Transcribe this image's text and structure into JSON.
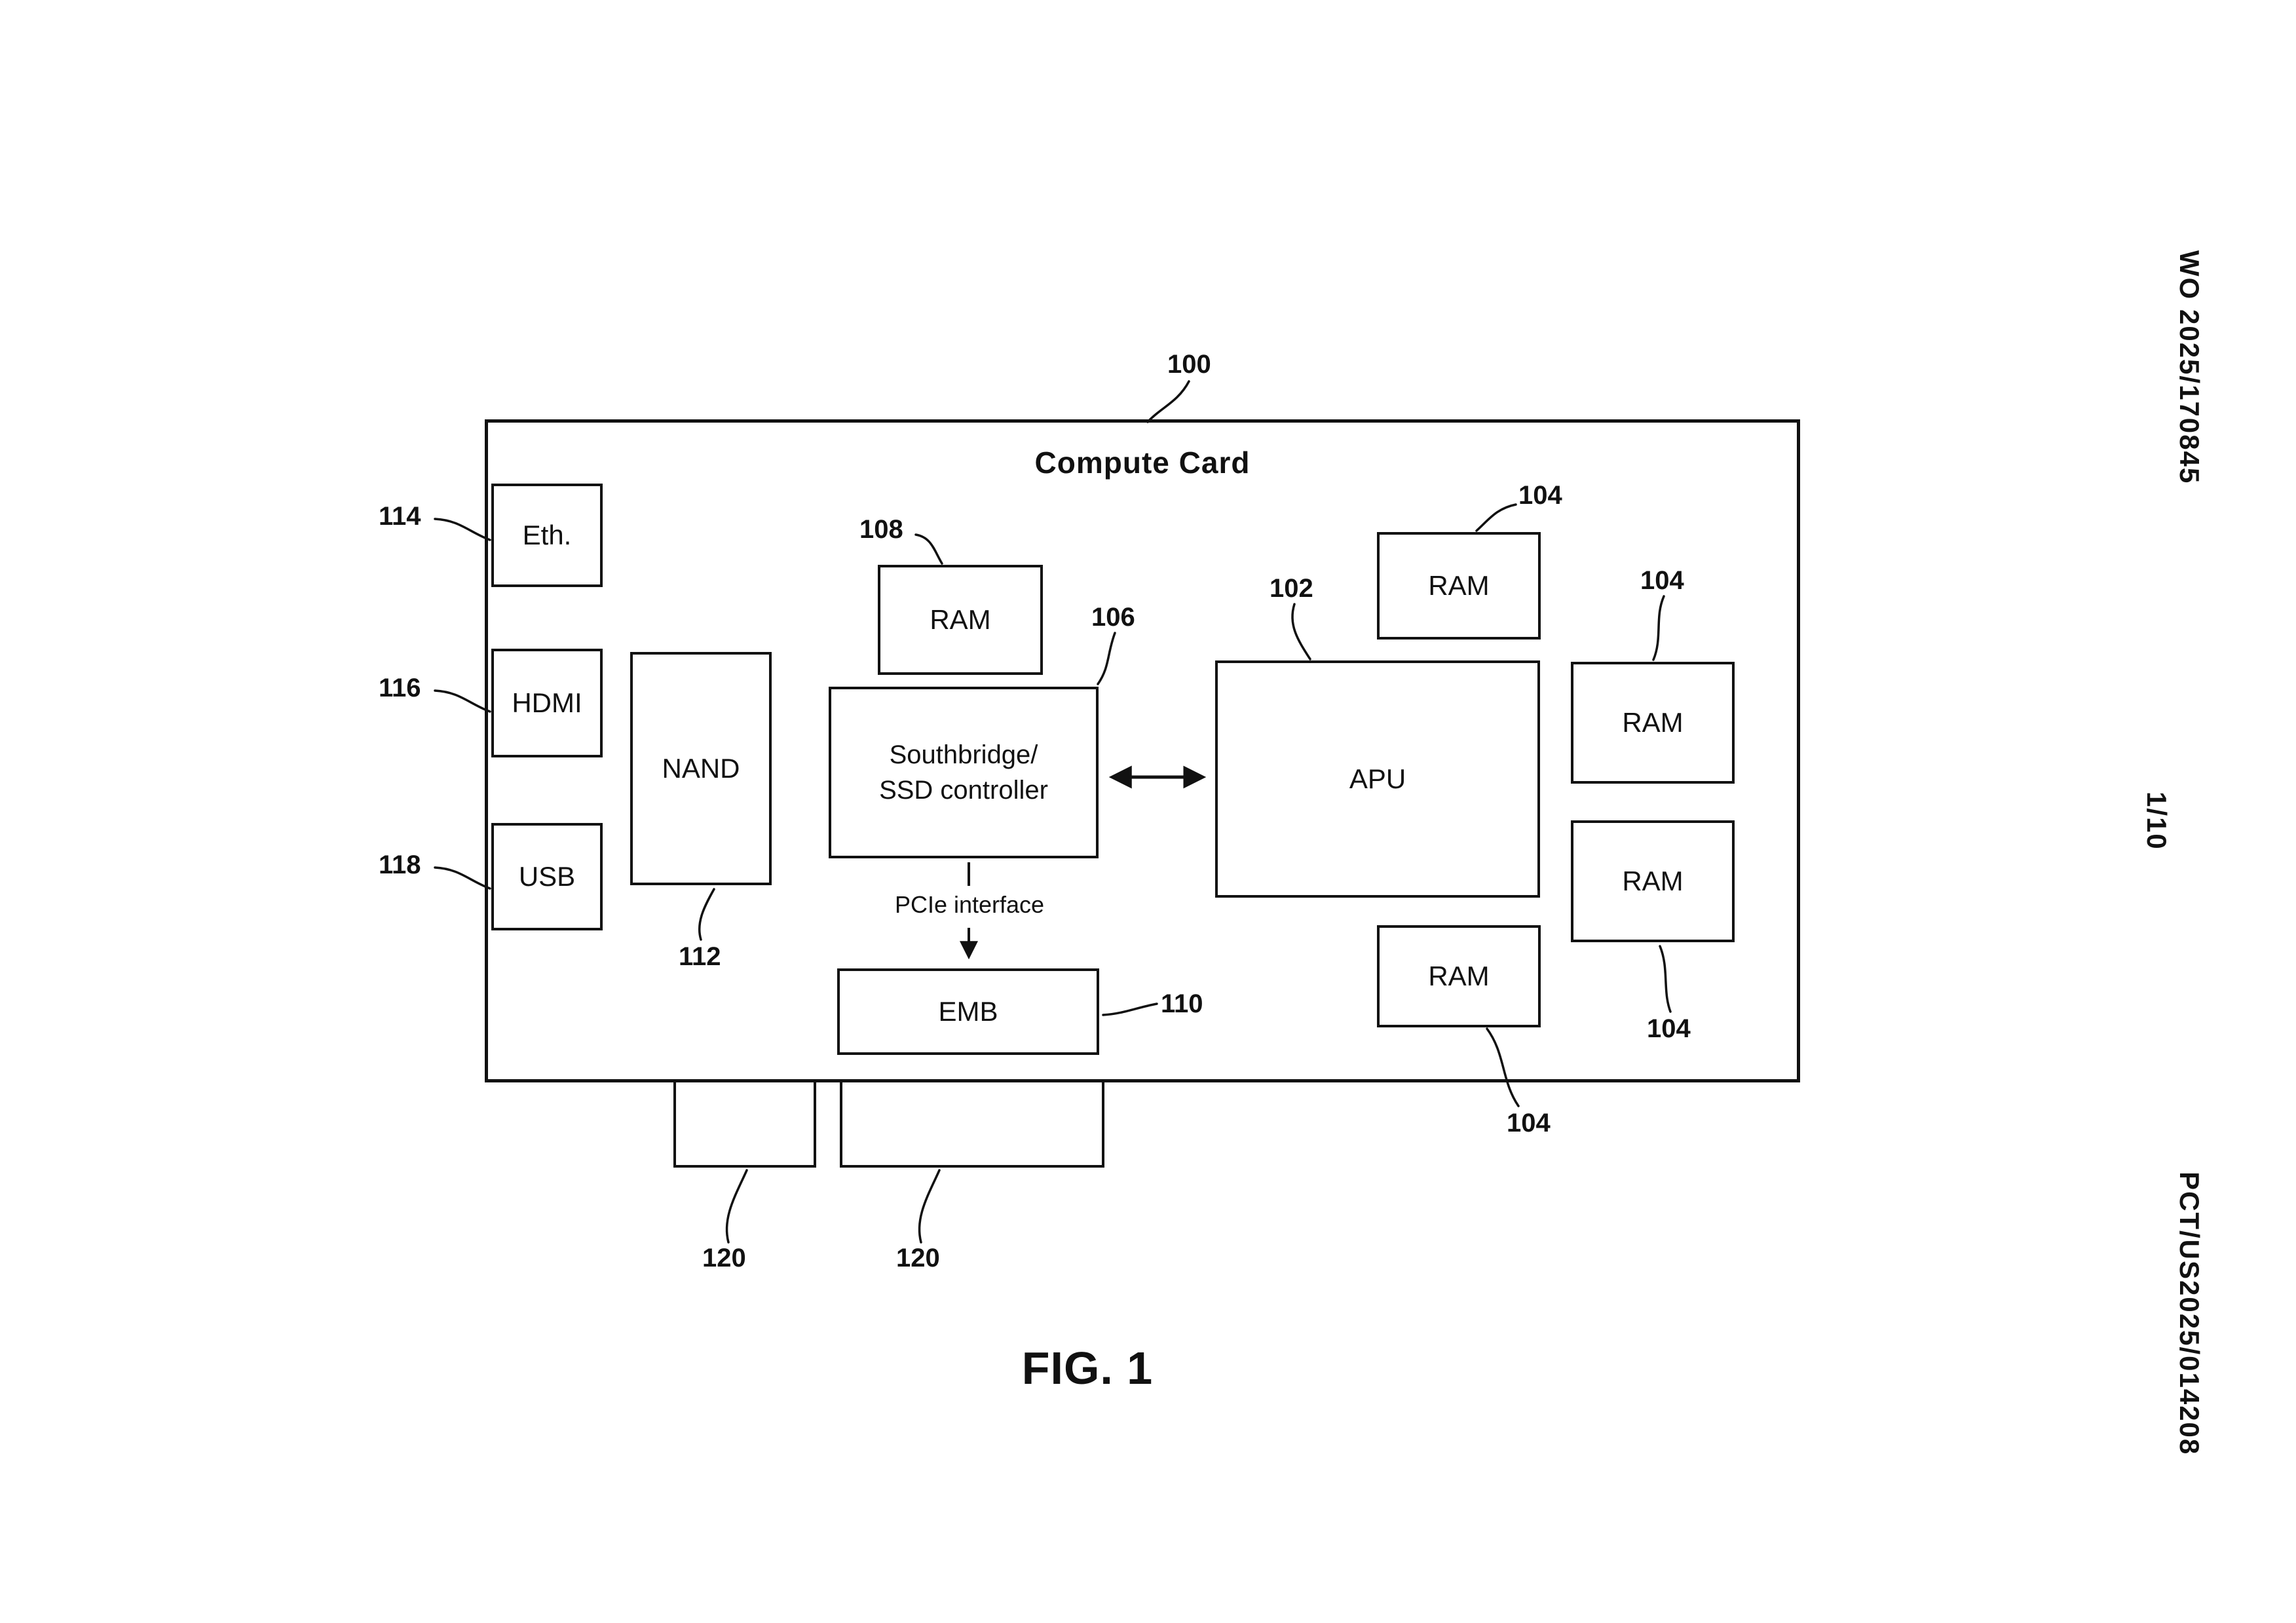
{
  "margin": {
    "publication_number": "WO 2025/170845",
    "sheet_number": "1/10",
    "application_number": "PCT/US2025/014208"
  },
  "figure": {
    "caption": "FIG. 1"
  },
  "card": {
    "title": "Compute Card",
    "ref": "100",
    "ports": [
      {
        "label": "Eth.",
        "ref": "114"
      },
      {
        "label": "HDMI",
        "ref": "116"
      },
      {
        "label": "USB",
        "ref": "118"
      }
    ],
    "nand": {
      "label": "NAND",
      "ref": "112"
    },
    "ram_108": {
      "label": "RAM",
      "ref": "108"
    },
    "southbridge": {
      "line1": "Southbridge/",
      "line2": "SSD controller",
      "ref": "106"
    },
    "pcie_label": "PCIe interface",
    "emb": {
      "label": "EMB",
      "ref": "110"
    },
    "apu": {
      "label": "APU",
      "ref": "102"
    },
    "ram_104_top": {
      "label": "RAM",
      "ref": "104"
    },
    "ram_104_right_upper": {
      "label": "RAM",
      "ref": "104"
    },
    "ram_104_right_lower": {
      "label": "RAM",
      "ref": "104"
    },
    "ram_104_bottom": {
      "label": "RAM",
      "ref": "104"
    },
    "connector_left": {
      "ref": "120"
    },
    "connector_right": {
      "ref": "120"
    }
  }
}
